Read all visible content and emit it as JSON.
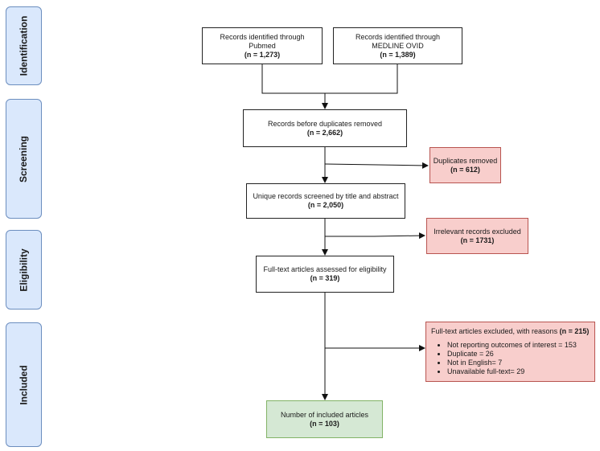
{
  "phases": {
    "identification": "Identification",
    "screening": "Screening",
    "eligibility": "Eligibility",
    "included": "Included"
  },
  "boxes": {
    "pubmed": {
      "line1": "Records identified through",
      "line2": "Pubmed",
      "count": "(n = 1,273)"
    },
    "medline": {
      "line1": "Records identified through",
      "line2": "MEDLINE OVID",
      "count": "(n = 1,389)"
    },
    "before_dup": {
      "line1": "Records before duplicates removed",
      "count": "(n = 2,662)"
    },
    "duplicates": {
      "line1": "Duplicates removed",
      "count": "(n = 612)"
    },
    "unique": {
      "line1": "Unique records screened by title and abstract",
      "count": "(n = 2,050)"
    },
    "irrelevant": {
      "line1": "Irrelevant records excluded",
      "count": "(n = 1731)"
    },
    "fulltext": {
      "line1": "Full-text articles assessed for eligibility",
      "count": "(n = 319)"
    },
    "excluded": {
      "title": "Full-text articles excluded, with reasons ",
      "count": "(n = 215)",
      "reasons": [
        "Not reporting outcomes of interest = 153",
        "Duplicate = 26",
        "Not in English= 7",
        "Unavailable full-text= 29"
      ]
    },
    "included": {
      "line1": "Number of included articles",
      "count": "(n = 103)"
    }
  },
  "colors": {
    "phase_fill": "#dae8fc",
    "phase_border": "#6c8ebf",
    "excluded_fill": "#f8cecc",
    "included_fill": "#d5e8d4"
  }
}
